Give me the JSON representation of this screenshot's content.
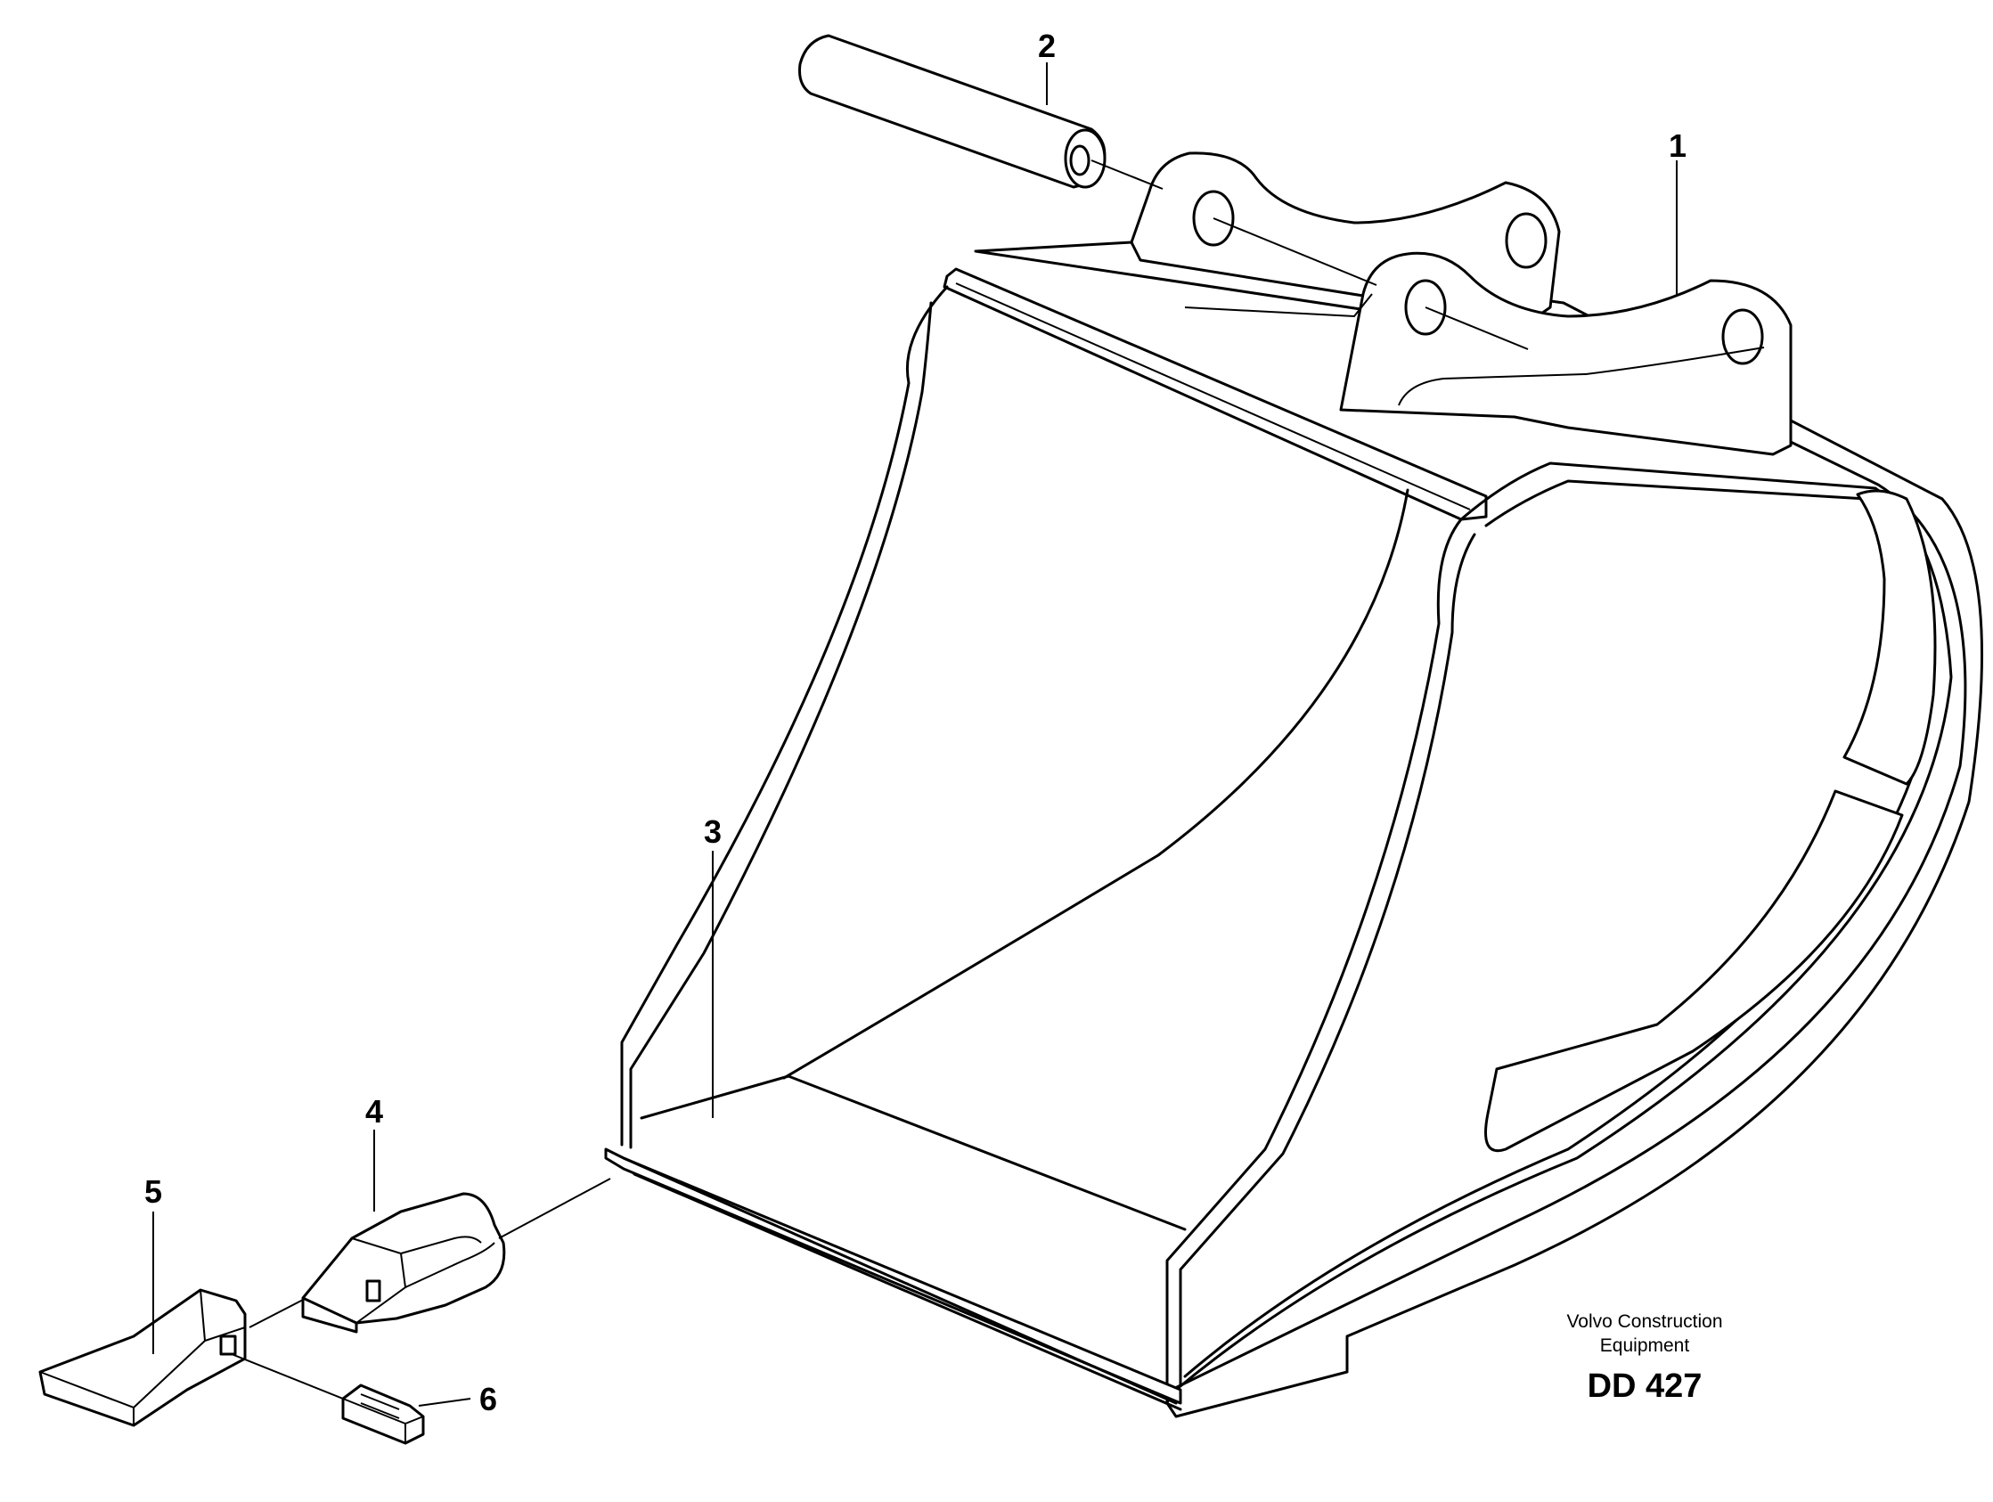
{
  "diagram": {
    "callouts": [
      "1",
      "2",
      "3",
      "4",
      "5",
      "6"
    ],
    "credit": {
      "line1": "Volvo Construction",
      "line2": "Equipment",
      "code": "DD 427"
    }
  }
}
